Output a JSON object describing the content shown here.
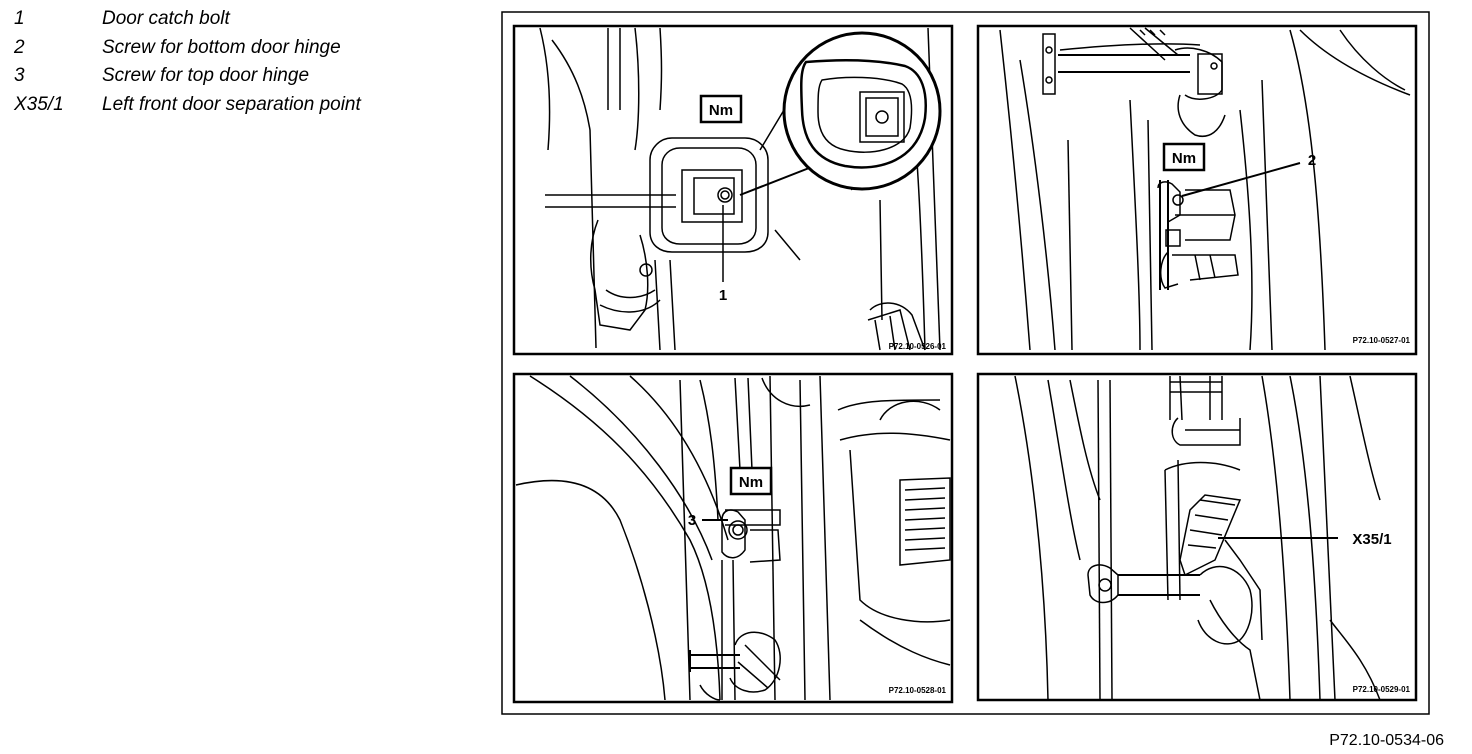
{
  "legend": [
    {
      "key": "1",
      "text": "Door catch bolt"
    },
    {
      "key": "2",
      "text": "Screw for bottom door hinge"
    },
    {
      "key": "3",
      "text": "Screw for top door hinge"
    },
    {
      "key": "X35/1",
      "text": "Left front door separation point"
    }
  ],
  "nm_label": "Nm",
  "panels": [
    {
      "callout": "1",
      "code": "P72.10-0526-01"
    },
    {
      "callout": "2",
      "code": "P72.10-0527-01"
    },
    {
      "callout": "3",
      "code": "P72.10-0528-01"
    },
    {
      "callout": "X35/1",
      "code": "P72.10-0529-01"
    }
  ],
  "figure_ref": "P72.10-0534-06"
}
